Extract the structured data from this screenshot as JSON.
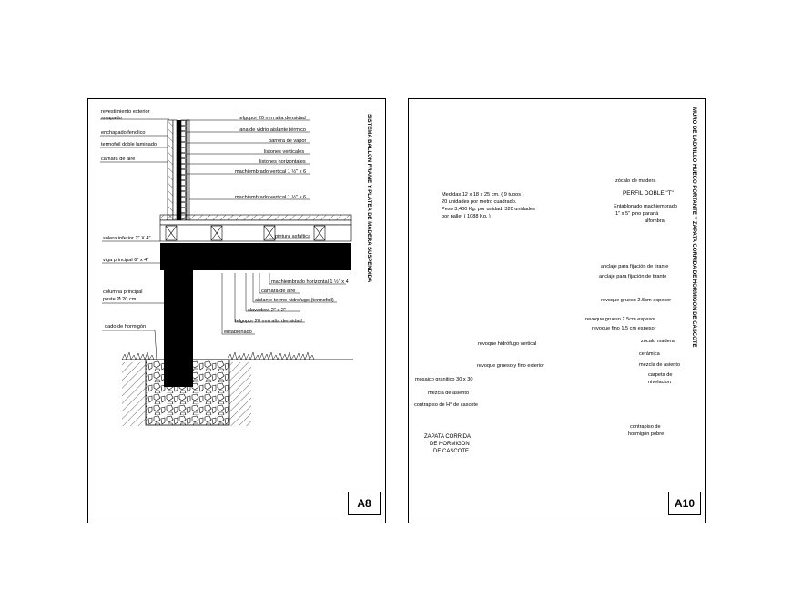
{
  "a8": {
    "title": "SISTEMA BALLON FRAME Y PLATEA DE MADERA SUSPENDIDA",
    "sheet_id": "A8",
    "labels_left": [
      "revestimiento exterior",
      "solapado",
      "enchapado fenolico",
      "termofoil doble laminado",
      "camara de aire",
      "solera inferior 2\" X 4\"",
      "viga principal 6\" x 4\"",
      "columna principal",
      "poste Ø 20 cm",
      "dado de hormigón"
    ],
    "labels_right": [
      "telgopor 20 mm alta densidad",
      "lana de vidrio aislante térmico",
      "barrera de vapor",
      "listones verticales",
      "listones horizontales",
      "machiembrado vertical 1 ½\" x 6",
      "machiembrado vertical 1 ½\" x 6",
      "pintura asfaltica",
      "machiembrado horizontal 1 ½\" x 4",
      "camara de aire",
      "aislante termo hidrofugo (termofoil)",
      "clavadera 2\" x 2\"",
      "telgopor 20 mm alta densidad",
      "entablonado"
    ]
  },
  "a10": {
    "title": "MURO DE LADRILLO HUECO PORTANTE Y ZAPATA CORRIDA DE HORMIGON DE CASCOTE",
    "sheet_id": "A10",
    "brick_spec": "Medidas 12 x 18 x 25 cm. ( 9 tubos )\n20 unidades por metro cuadrado.\nPeso 3,400 Kg. por unidad. 320 unidades\npor pallet ( 1088 Kg. )",
    "labels": [
      "zócalo de madera",
      "PERFIL DOBLE \"T\"",
      "Entablonado machiembrado",
      "1\" x 5\" pino paraná",
      "alfombra",
      "anclaje para fijación de tirante",
      "anclaje para fijación de tirante",
      "revoque grueso 2.5cm espesor",
      "revoque grueso 2.5cm espesor",
      "revoque fino 1.5 cm espesor",
      "zócalo madera",
      "revoque hidrófugo vertical",
      "cerámica",
      "mezcla de asiento",
      "revoque grueso y fino exterior",
      "carpeta de",
      "nivelacion",
      "mosaico granitico 30 x 30",
      "mezcla de asiento",
      "contrapiso de H° de cascote",
      "contrapiso de",
      "hormigón pobre",
      "ZAPATA CORRIDA",
      "DE HORMIGON",
      "DE CASCOTE"
    ]
  }
}
